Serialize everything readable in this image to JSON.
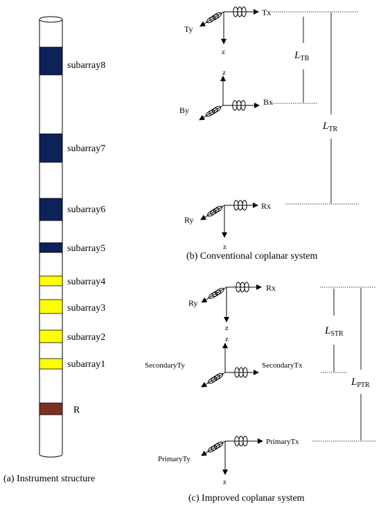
{
  "instrument": {
    "caption": "(a) Instrument structure",
    "segments": [
      {
        "label": "subarray8",
        "color": "#0d2257"
      },
      {
        "label": "subarray7",
        "color": "#0d2257"
      },
      {
        "label": "subarray6",
        "color": "#0d2257"
      },
      {
        "label": "subarray5",
        "color": "#0d2257"
      },
      {
        "label": "subarray4",
        "color": "#ffff00"
      },
      {
        "label": "subarray3",
        "color": "#ffff00"
      },
      {
        "label": "subarray2",
        "color": "#ffff00"
      },
      {
        "label": "subarray1",
        "color": "#ffff00"
      },
      {
        "label": "R",
        "color": "#7a3023"
      }
    ]
  },
  "conventional": {
    "caption": "(b) Conventional coplanar system",
    "tx": "Tx",
    "ty": "Ty",
    "tz": "z",
    "bx": "Bx",
    "by": "By",
    "bz": "z",
    "rx": "Rx",
    "ry": "Ry",
    "rz": "z",
    "ltb": {
      "main": "L",
      "sub": "TB"
    },
    "ltr": {
      "main": "L",
      "sub": "TR"
    }
  },
  "improved": {
    "caption": "(c) Improved coplanar system",
    "rx": "Rx",
    "ry": "Ry",
    "rz": "z",
    "stx": "SecondaryTx",
    "sty": "SecondaryTy",
    "sz": "z",
    "ptx": "PrimaryTx",
    "pty": "PrimaryTy",
    "pz": "z",
    "lstr": {
      "main": "L",
      "sub": "STR"
    },
    "lptr": {
      "main": "L",
      "sub": "PTR"
    }
  }
}
